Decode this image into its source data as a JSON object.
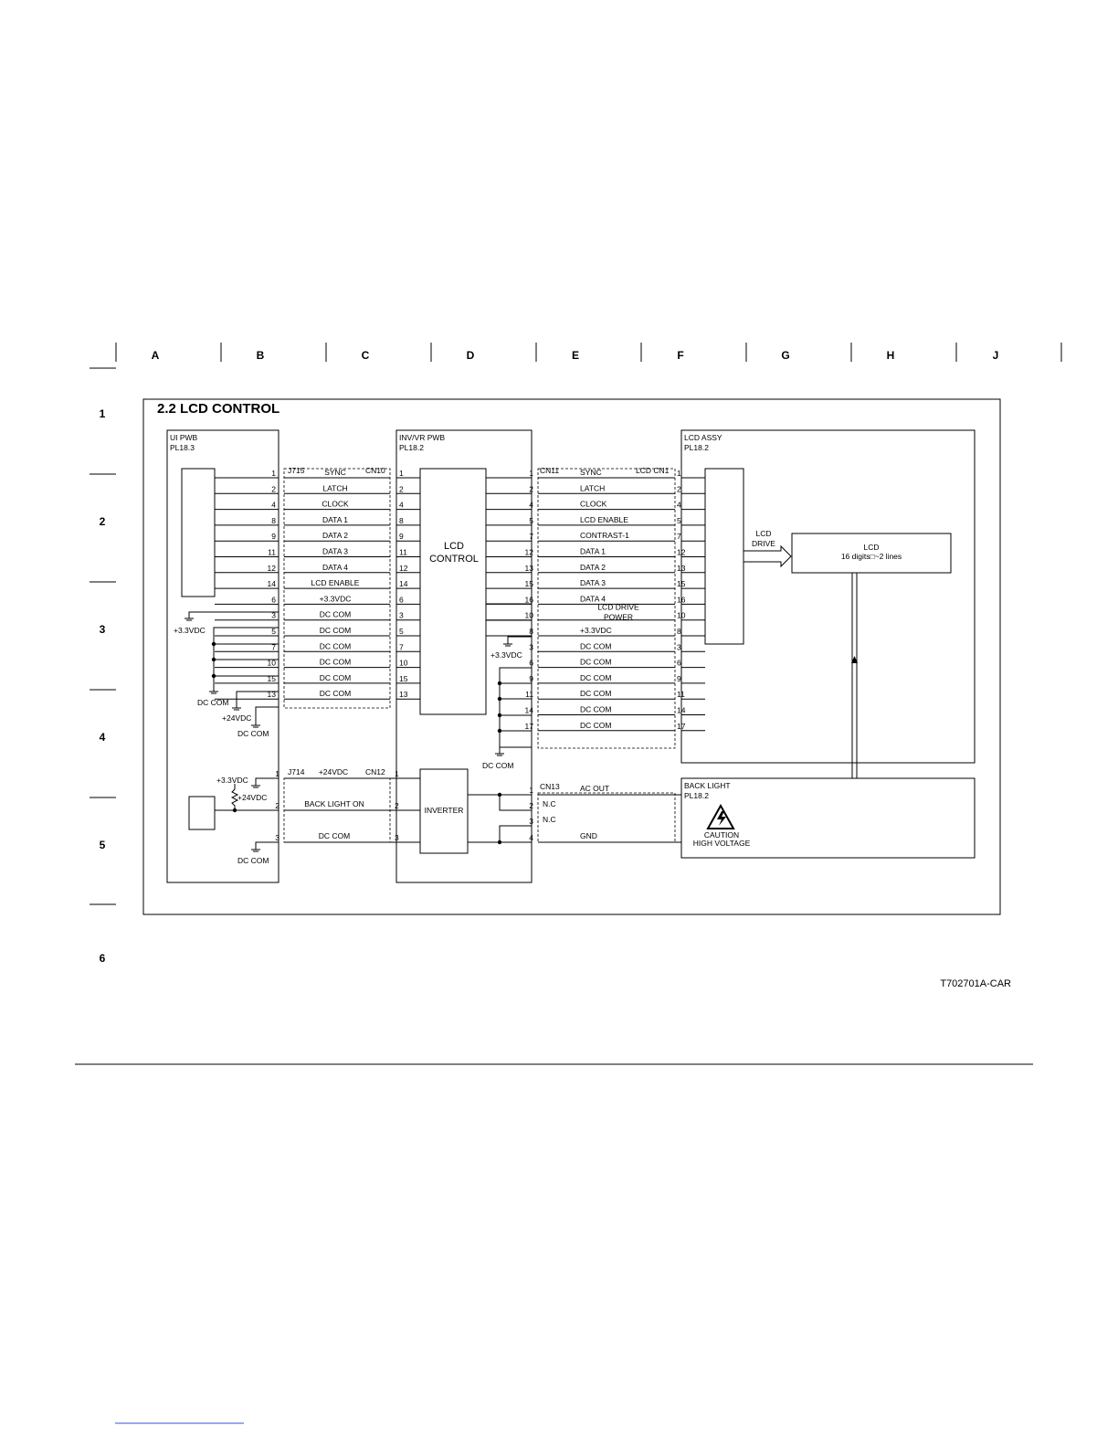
{
  "grid": {
    "columns": [
      "A",
      "B",
      "C",
      "D",
      "E",
      "F",
      "G",
      "H",
      "J"
    ],
    "rows": [
      "1",
      "2",
      "3",
      "4",
      "5",
      "6"
    ]
  },
  "diagram": {
    "title": "2.2 LCD CONTROL",
    "ui_pwb": {
      "name": "UI PWB",
      "ref": "PL18.3"
    },
    "inv_pwb": {
      "name": "INV/VR PWB",
      "ref": "PL18.2"
    },
    "lcd_assy": {
      "name": "LCD ASSY",
      "ref": "PL18.2"
    },
    "back_light": {
      "name": "BACK LIGHT",
      "ref": "PL18.2"
    },
    "lcd_control_label": [
      "LCD",
      "CONTROL"
    ],
    "inverter_label": "INVERTER",
    "lcd_drive_label": [
      "LCD",
      "DRIVE"
    ],
    "lcd_box_label": [
      "LCD",
      "16 digits□~2 lines"
    ],
    "caution_label": [
      "CAUTION",
      "HIGH VOLTAGE"
    ],
    "connectors": {
      "j715": "J715",
      "cn10": "CN10",
      "cn11": "CN11",
      "lcd_cn1": "LCD CN1",
      "j714": "J714",
      "cn12": "CN12",
      "cn13": "CN13"
    },
    "left_signals": [
      {
        "pin": "1",
        "label": "SYNC"
      },
      {
        "pin": "2",
        "label": "LATCH"
      },
      {
        "pin": "4",
        "label": "CLOCK"
      },
      {
        "pin": "8",
        "label": "DATA 1"
      },
      {
        "pin": "9",
        "label": "DATA 2"
      },
      {
        "pin": "11",
        "label": "DATA 3"
      },
      {
        "pin": "12",
        "label": "DATA 4"
      },
      {
        "pin": "14",
        "label": "LCD ENABLE"
      },
      {
        "pin": "6",
        "label": "+3.3VDC"
      },
      {
        "pin": "3",
        "label": "DC COM"
      },
      {
        "pin": "5",
        "label": "DC COM"
      },
      {
        "pin": "7",
        "label": "DC COM"
      },
      {
        "pin": "10",
        "label": "DC COM"
      },
      {
        "pin": "15",
        "label": "DC COM"
      },
      {
        "pin": "13",
        "label": "DC COM"
      }
    ],
    "right_signals": [
      {
        "pin": "1",
        "label": "SYNC"
      },
      {
        "pin": "2",
        "label": "LATCH"
      },
      {
        "pin": "4",
        "label": "CLOCK"
      },
      {
        "pin": "5",
        "label": "LCD ENABLE"
      },
      {
        "pin": "7",
        "label": "CONTRAST-1"
      },
      {
        "pin": "12",
        "label": "DATA 1"
      },
      {
        "pin": "13",
        "label": "DATA 2"
      },
      {
        "pin": "15",
        "label": "DATA 3"
      },
      {
        "pin": "16",
        "label": "DATA 4"
      },
      {
        "pin": "10",
        "label": "LCD DRIVE\nPOWER"
      },
      {
        "pin": "8",
        "label": "+3.3VDC"
      },
      {
        "pin": "3",
        "label": "DC COM"
      },
      {
        "pin": "6",
        "label": "DC COM"
      },
      {
        "pin": "9",
        "label": "DC COM"
      },
      {
        "pin": "11",
        "label": "DC COM"
      },
      {
        "pin": "14",
        "label": "DC COM"
      },
      {
        "pin": "17",
        "label": "DC COM"
      }
    ],
    "backlight_left": [
      {
        "pin": "1",
        "label": "+24VDC"
      },
      {
        "pin": "2",
        "label": "BACK LIGHT ON"
      },
      {
        "pin": "3",
        "label": "DC COM"
      }
    ],
    "backlight_right": [
      {
        "pin": "1",
        "label": "AC OUT"
      },
      {
        "pin": "2",
        "label": "N.C"
      },
      {
        "pin": "3",
        "label": "N.C"
      },
      {
        "pin": "4",
        "label": "GND"
      }
    ],
    "power_labels": {
      "v33_left": "+3.3VDC",
      "dccom_left": "DC COM",
      "v24_left": "+24VDC",
      "dccom_left2": "DC COM",
      "v33_mid": "+3.3VDC",
      "dccom_mid": "DC COM",
      "v33_bl": "+3.3VDC",
      "v24_bl": "+24VDC",
      "dccom_bl": "DC COM"
    }
  },
  "footer_code": "T702701A-CAR"
}
